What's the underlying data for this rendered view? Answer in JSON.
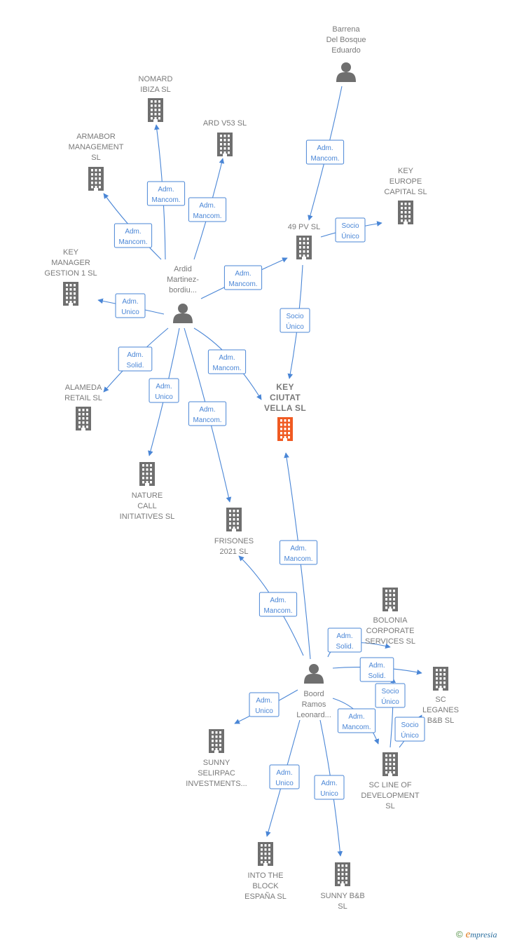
{
  "colors": {
    "company": "#6f6f6f",
    "focus": "#f05a22",
    "person": "#6f6f6f",
    "edge": "#4a86d6",
    "edge_text": "#4a86d6"
  },
  "nodes": [
    {
      "id": "barrena",
      "type": "person",
      "label": [
        "Barrena",
        "Del Bosque",
        "Eduardo"
      ]
    },
    {
      "id": "nomard",
      "type": "company",
      "label": [
        "NOMARD",
        "IBIZA  SL"
      ]
    },
    {
      "id": "ardv53",
      "type": "company",
      "label": [
        "ARD V53  SL"
      ]
    },
    {
      "id": "armabor",
      "type": "company",
      "label": [
        "ARMABOR",
        "MANAGEMENT",
        "SL"
      ]
    },
    {
      "id": "keyeurope",
      "type": "company",
      "label": [
        "KEY",
        "EUROPE",
        "CAPITAL  SL"
      ]
    },
    {
      "id": "pv49",
      "type": "company",
      "label": [
        "49 PV SL"
      ]
    },
    {
      "id": "keymanager",
      "type": "company",
      "label": [
        "KEY",
        "MANAGER",
        "GESTION 1  SL"
      ]
    },
    {
      "id": "ardid",
      "type": "person",
      "label": [
        "Ardid",
        "Martinez-",
        "bordiu..."
      ]
    },
    {
      "id": "alameda",
      "type": "company",
      "label": [
        "ALAMEDA",
        "RETAIL  SL"
      ]
    },
    {
      "id": "keyciutat",
      "type": "focus",
      "label": [
        "KEY",
        "CIUTAT",
        "VELLA  SL"
      ]
    },
    {
      "id": "nature",
      "type": "company",
      "label": [
        "NATURE",
        "CALL",
        "INITIATIVES  SL"
      ]
    },
    {
      "id": "frisones",
      "type": "company",
      "label": [
        "FRISONES",
        "2021  SL"
      ]
    },
    {
      "id": "bolonia",
      "type": "company",
      "label": [
        "BOLONIA",
        "CORPORATE",
        "SERVICES  SL"
      ]
    },
    {
      "id": "boord",
      "type": "person",
      "label": [
        "Boord",
        "Ramos",
        "Leonard..."
      ]
    },
    {
      "id": "scleganes",
      "type": "company",
      "label": [
        "SC",
        "LEGANES",
        "B&B  SL"
      ]
    },
    {
      "id": "sunnyselirpac",
      "type": "company",
      "label": [
        "SUNNY",
        "SELIRPAC",
        "INVESTMENTS..."
      ]
    },
    {
      "id": "sclinedev",
      "type": "company",
      "label": [
        "SC LINE OF",
        "DEVELOPMENT",
        "SL"
      ]
    },
    {
      "id": "intotheblock",
      "type": "company",
      "label": [
        "INTO THE",
        "BLOCK",
        "ESPAÑA  SL"
      ]
    },
    {
      "id": "sunnybb",
      "type": "company",
      "label": [
        "SUNNY B&B",
        "SL"
      ]
    }
  ],
  "edges": [
    {
      "from": "barrena",
      "to": "pv49",
      "label": [
        "Adm.",
        "Mancom."
      ]
    },
    {
      "from": "ardid",
      "to": "nomard",
      "label": [
        "Adm.",
        "Mancom."
      ]
    },
    {
      "from": "ardid",
      "to": "ardv53",
      "label": [
        "Adm.",
        "Mancom."
      ]
    },
    {
      "from": "ardid",
      "to": "armabor",
      "label": [
        "Adm.",
        "Mancom."
      ]
    },
    {
      "from": "ardid",
      "to": "pv49",
      "label": [
        "Adm.",
        "Mancom."
      ]
    },
    {
      "from": "ardid",
      "to": "keymanager",
      "label": [
        "Adm.",
        "Unico"
      ]
    },
    {
      "from": "ardid",
      "to": "alameda",
      "label": [
        "Adm.",
        "Solid."
      ]
    },
    {
      "from": "ardid",
      "to": "keyciutat",
      "label": [
        "Adm.",
        "Mancom."
      ]
    },
    {
      "from": "ardid",
      "to": "nature",
      "label": [
        "Adm.",
        "Unico"
      ]
    },
    {
      "from": "ardid",
      "to": "frisones",
      "label": [
        "Adm.",
        "Mancom."
      ]
    },
    {
      "from": "pv49",
      "to": "keyeurope",
      "label": [
        "Socio",
        "Único"
      ]
    },
    {
      "from": "pv49",
      "to": "keyciutat",
      "label": [
        "Socio",
        "Único"
      ]
    },
    {
      "from": "boord",
      "to": "keyciutat",
      "label": [
        "Adm.",
        "Mancom."
      ]
    },
    {
      "from": "boord",
      "to": "frisones",
      "label": [
        "Adm.",
        "Mancom."
      ]
    },
    {
      "from": "boord",
      "to": "bolonia",
      "label": [
        "Adm.",
        "Solid."
      ]
    },
    {
      "from": "boord",
      "to": "scleganes",
      "label": [
        "Adm.",
        "Solid."
      ]
    },
    {
      "from": "boord",
      "to": "sunnyselirpac",
      "label": [
        "Adm.",
        "Unico"
      ]
    },
    {
      "from": "boord",
      "to": "sclinedev",
      "label": [
        "Adm.",
        "Mancom."
      ]
    },
    {
      "from": "boord",
      "to": "intotheblock",
      "label": [
        "Adm.",
        "Unico"
      ]
    },
    {
      "from": "boord",
      "to": "sunnybb",
      "label": [
        "Adm.",
        "Unico"
      ]
    },
    {
      "from": "sclinedev",
      "to": "bolonia",
      "label": [
        "Socio",
        "Único"
      ]
    },
    {
      "from": "sclinedev",
      "to": "scleganes",
      "label": [
        "Socio",
        "Único"
      ]
    }
  ],
  "brand": {
    "copyright": "©",
    "logo_initial": "e",
    "logo_rest": "mpresia"
  }
}
